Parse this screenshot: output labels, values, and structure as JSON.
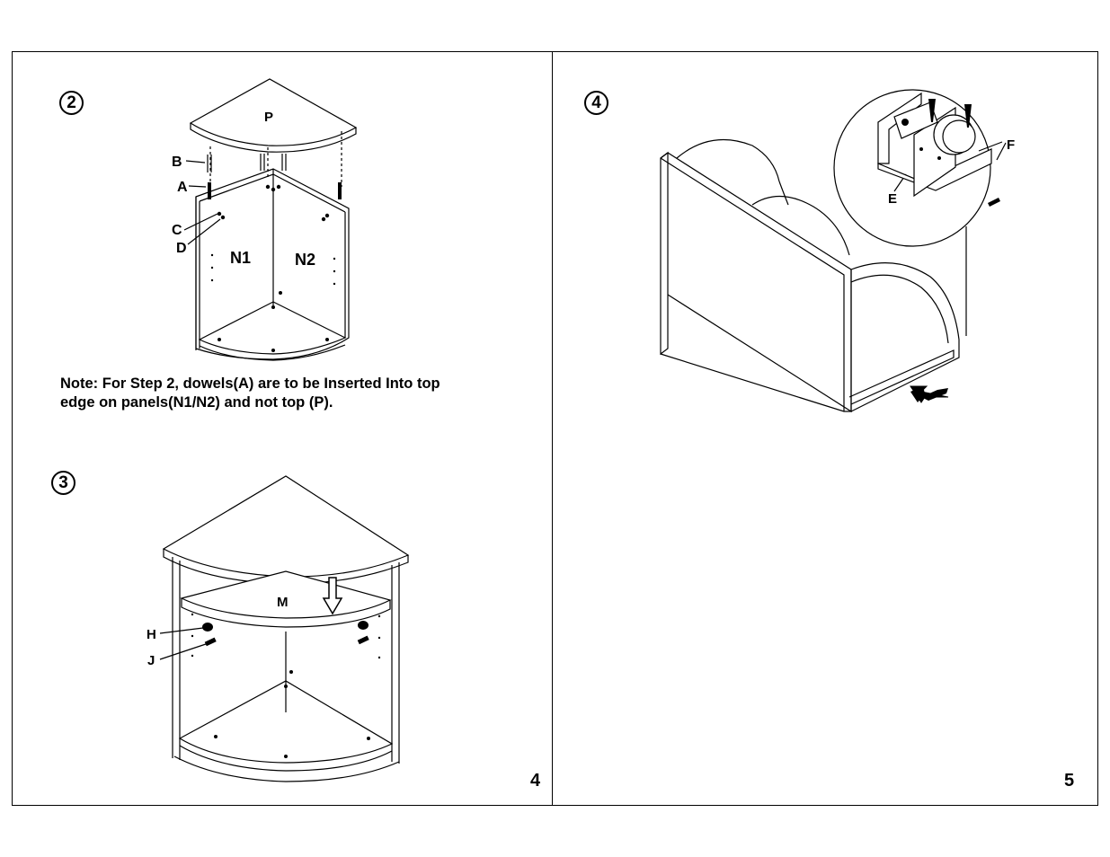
{
  "left_page": {
    "page_number": "4",
    "step2": {
      "number": "2",
      "labels": {
        "top": "P",
        "dowel_b": "B",
        "dowel_a": "A",
        "cam_c": "C",
        "cam_d": "D",
        "panel_n1": "N1",
        "panel_n2": "N2"
      },
      "note_line1": "Note: For Step 2, dowels(A) are to be Inserted Into top",
      "note_line2": "edge on panels(N1/N2) and not top (P)."
    },
    "step3": {
      "number": "3",
      "labels": {
        "shelf": "M",
        "support_h": "H",
        "support_j": "J"
      }
    }
  },
  "right_page": {
    "page_number": "5",
    "step4": {
      "number": "4",
      "labels": {
        "bracket_e": "E",
        "screw_f": "F"
      }
    }
  }
}
